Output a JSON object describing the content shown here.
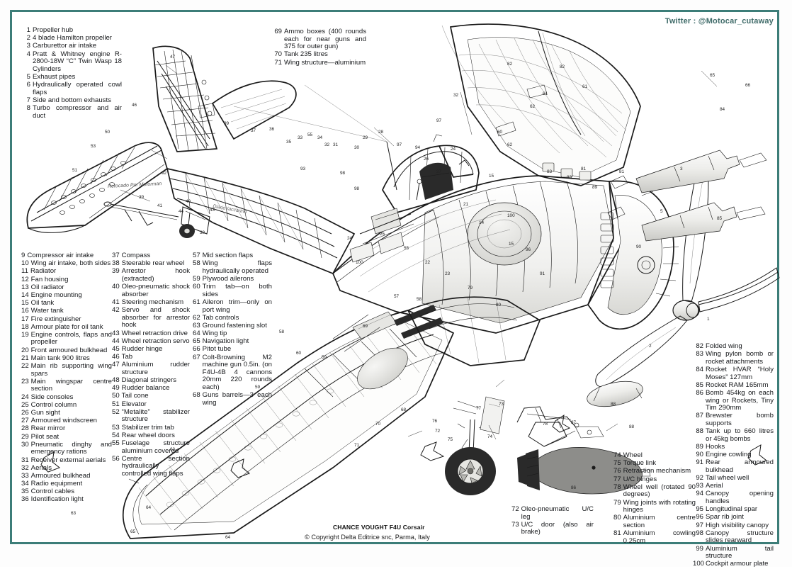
{
  "watermark": "Twitter : @Motocar_cutaway",
  "caption": {
    "title": "CHANCE VOUGHT F4U Corsair",
    "copyright": "© Copyright Delta Editrice snc, Parma, Italy",
    "retouch": "Retocado Por Motorman",
    "artist": "Diario Iaccarino"
  },
  "legend_top_left": [
    {
      "num": "1",
      "text": "Propeller hub"
    },
    {
      "num": "2",
      "text": "4 blade Hamilton propeller"
    },
    {
      "num": "3",
      "text": "Carburettor air intake"
    },
    {
      "num": "4",
      "text": "Pratt & Whitney engine R-2800-18W “C” Twin Wasp 18 Cylinders"
    },
    {
      "num": "5",
      "text": "Exhaust pipes"
    },
    {
      "num": "6",
      "text": "Hydraulically operated cowl flaps"
    },
    {
      "num": "7",
      "text": "Side and bottom exhausts"
    },
    {
      "num": "8",
      "text": "Turbo compressor and air duct"
    }
  ],
  "legend_top_mid": [
    {
      "num": "69",
      "text": "Ammo boxes (400 rounds each for near guns and 375 for outer gun)"
    },
    {
      "num": "70",
      "text": "Tank 235 litres"
    },
    {
      "num": "71",
      "text": "Wing structure—aluminium"
    }
  ],
  "legend_col1": [
    {
      "num": "9",
      "text": "Compressor air intake"
    },
    {
      "num": "10",
      "text": "Wing air intake, both sides"
    },
    {
      "num": "11",
      "text": "Radiator"
    },
    {
      "num": "12",
      "text": "Fan housing"
    },
    {
      "num": "13",
      "text": "Oil radiator"
    },
    {
      "num": "14",
      "text": "Engine mounting"
    },
    {
      "num": "15",
      "text": "Oil tank"
    },
    {
      "num": "16",
      "text": "Water tank"
    },
    {
      "num": "17",
      "text": "Fire extinguisher"
    },
    {
      "num": "18",
      "text": "Armour plate for oil tank"
    },
    {
      "num": "19",
      "text": "Engine controls, flaps and propeller"
    },
    {
      "num": "20",
      "text": "Front armoured bulkhead"
    },
    {
      "num": "21",
      "text": "Main tank 900 litres"
    },
    {
      "num": "22",
      "text": "Main rib supporting wing spars"
    },
    {
      "num": "23",
      "text": "Main wingspar centre section"
    },
    {
      "num": "24",
      "text": "Side consoles"
    },
    {
      "num": "25",
      "text": "Control column"
    },
    {
      "num": "26",
      "text": "Gun sight"
    },
    {
      "num": "27",
      "text": "Armoured windscreen"
    },
    {
      "num": "28",
      "text": "Rear mirror"
    },
    {
      "num": "29",
      "text": "Pilot seat"
    },
    {
      "num": "30",
      "text": "Pneumatic dinghy and emergency rations"
    },
    {
      "num": "31",
      "text": "Receiver external aerials"
    },
    {
      "num": "32",
      "text": "Aerials"
    },
    {
      "num": "33",
      "text": "Armoured bulkhead"
    },
    {
      "num": "34",
      "text": "Radio equipment"
    },
    {
      "num": "35",
      "text": "Control cables"
    },
    {
      "num": "36",
      "text": "Identification light"
    }
  ],
  "legend_col2": [
    {
      "num": "37",
      "text": "Compass"
    },
    {
      "num": "38",
      "text": "Steerable rear wheel"
    },
    {
      "num": "39",
      "text": "Arrestor hook (extracted)"
    },
    {
      "num": "40",
      "text": "Oleo-pneumatic shock absorber"
    },
    {
      "num": "41",
      "text": "Steering mechanism"
    },
    {
      "num": "42",
      "text": "Servo and shock absorber for arrestor hook"
    },
    {
      "num": "43",
      "text": "Wheel retraction drive"
    },
    {
      "num": "44",
      "text": "Wheel retraction servo"
    },
    {
      "num": "45",
      "text": "Rudder hinge"
    },
    {
      "num": "46",
      "text": "Tab"
    },
    {
      "num": "47",
      "text": "Aluminium rudder structure"
    },
    {
      "num": "48",
      "text": "Diagonal stringers"
    },
    {
      "num": "49",
      "text": "Rudder balance"
    },
    {
      "num": "50",
      "text": "Tail cone"
    },
    {
      "num": "51",
      "text": "Elevator"
    },
    {
      "num": "52",
      "text": "“Metalite” stabilizer structure"
    },
    {
      "num": "53",
      "text": "Stabilizer trim tab"
    },
    {
      "num": "54",
      "text": "Rear wheel doors"
    },
    {
      "num": "55",
      "text": "Fuselage structure aluminium covered"
    },
    {
      "num": "56",
      "text": "Centre section hydraulically controlled wing flaps"
    }
  ],
  "legend_col3": [
    {
      "num": "57",
      "text": "Mid section flaps"
    },
    {
      "num": "58",
      "text": "Wing flaps hydraulically operated"
    },
    {
      "num": "59",
      "text": "Plywood ailerons"
    },
    {
      "num": "60",
      "text": "Trim tab—on both sides"
    },
    {
      "num": "61",
      "text": "Aileron trim—only on port wing"
    },
    {
      "num": "62",
      "text": "Tab controls"
    },
    {
      "num": "63",
      "text": "Ground fastening slot"
    },
    {
      "num": "64",
      "text": "Wing tip"
    },
    {
      "num": "65",
      "text": "Navigation light"
    },
    {
      "num": "66",
      "text": "Pitot tube"
    },
    {
      "num": "67",
      "text": "Colt-Browning M2 machine gun 0.5in. (on F4U-4B 4 cannons 20mm 220 rounds each)"
    },
    {
      "num": "68",
      "text": "Guns barrels—3 each wing"
    }
  ],
  "legend_bottom_left": [
    {
      "num": "72",
      "text": "Oleo-pneumatic U/C leg"
    },
    {
      "num": "73",
      "text": "U/C door (also air brake)"
    }
  ],
  "legend_bottom_mid": [
    {
      "num": "74",
      "text": "Wheel"
    },
    {
      "num": "75",
      "text": "Torque link"
    },
    {
      "num": "76",
      "text": "Retraction mechanism"
    },
    {
      "num": "77",
      "text": "U/C hinges"
    },
    {
      "num": "78",
      "text": "Wheel well (rotated 90 degrees)"
    },
    {
      "num": "79",
      "text": "Wing joints with rotating hinges"
    },
    {
      "num": "80",
      "text": "Aluminium centre section"
    },
    {
      "num": "81",
      "text": "Aluminium cowling 0.25cm"
    }
  ],
  "legend_right": [
    {
      "num": "82",
      "text": "Folded wing"
    },
    {
      "num": "83",
      "text": "Wing pylon bomb or rocket attachments"
    },
    {
      "num": "84",
      "text": "Rocket HVAR “Holy Moses” 127mm"
    },
    {
      "num": "85",
      "text": "Rocket RAM 165mm"
    },
    {
      "num": "86",
      "text": "Bomb 454kg on each wing or Rockets, Tiny Tim 290mm"
    },
    {
      "num": "87",
      "text": "Brewster bomb supports"
    },
    {
      "num": "88",
      "text": "Tank up to 660 litres or 45kg bombs"
    },
    {
      "num": "89",
      "text": "Hooks"
    },
    {
      "num": "90",
      "text": "Engine cowling"
    },
    {
      "num": "91",
      "text": "Rear armoured bulkhead"
    },
    {
      "num": "92",
      "text": "Tail wheel well"
    },
    {
      "num": "93",
      "text": "Aerial"
    },
    {
      "num": "94",
      "text": "Canopy opening handles"
    },
    {
      "num": "95",
      "text": "Longitudinal spar"
    },
    {
      "num": "96",
      "text": "Spar rib joint"
    },
    {
      "num": "97",
      "text": "High visibility canopy"
    },
    {
      "num": "98",
      "text": "Canopy structure slides rearward"
    },
    {
      "num": "99",
      "text": "Aluminium tail structure"
    },
    {
      "num": "100",
      "text": "Cockpit armour plate"
    }
  ],
  "callouts_drawing": [
    "1",
    "2",
    "3",
    "5",
    "15",
    "21",
    "24",
    "25",
    "26",
    "27",
    "28",
    "29",
    "32",
    "33",
    "34",
    "36",
    "37",
    "38",
    "39",
    "40",
    "41",
    "43",
    "44",
    "46",
    "47",
    "48",
    "50",
    "51",
    "52",
    "53",
    "54",
    "55",
    "57",
    "58",
    "59",
    "60",
    "61",
    "62",
    "63",
    "64",
    "65",
    "66",
    "68",
    "69",
    "70",
    "71",
    "72",
    "73",
    "74",
    "75",
    "76",
    "77",
    "79",
    "81",
    "82",
    "83",
    "84",
    "85",
    "86",
    "87",
    "88",
    "89",
    "90",
    "91",
    "92",
    "94",
    "96",
    "97",
    "98",
    "99",
    "100"
  ],
  "colors": {
    "border": "#3c7d78",
    "ink": "#1a1a1a",
    "paper": "#ffffff",
    "watermark": "#3f6b69"
  }
}
